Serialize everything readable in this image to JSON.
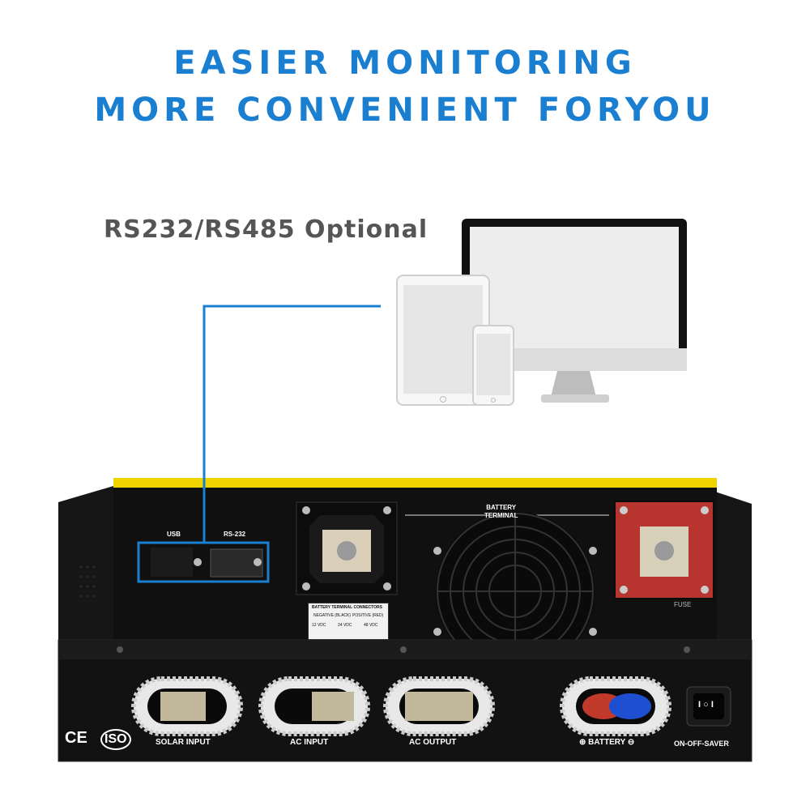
{
  "headline": {
    "line1": "EASIER MONITORING",
    "line2": "MORE CONVENIENT FORYOU"
  },
  "option_label": "RS232/RS485 Optional",
  "colors": {
    "accent_blue": "#1a7fd1",
    "label_gray": "#555555",
    "chassis_black": "#111111",
    "top_yellow": "#f0d400",
    "terminal_red": "#b7352e"
  },
  "devices": [
    "tablet",
    "phone",
    "monitor"
  ],
  "panel": {
    "usb_label": "USB",
    "rs232_label": "RS-232",
    "battery_terminal_label": "BATTERY\nTERMINAL",
    "fuse_label": "FUSE",
    "terminal_table": {
      "title": "BATTERY TERMINAL CONNECTORS",
      "negative": "NEGATIVE (BLACK)",
      "positive": "POSITIVE (RED)",
      "v12": "12 VDC",
      "v24": "24 VDC",
      "v48": "48 VDC"
    },
    "solar_input": "SOLAR INPUT",
    "ac_input": "AC INPUT",
    "ac_output": "AC OUTPUT",
    "battery": "⊕ BATTERY ⊖",
    "switch_label": "ON-OFF-SAVER",
    "switch_glyph": "I ○ I",
    "ce_mark": "CE",
    "iso_mark": "ISO"
  }
}
